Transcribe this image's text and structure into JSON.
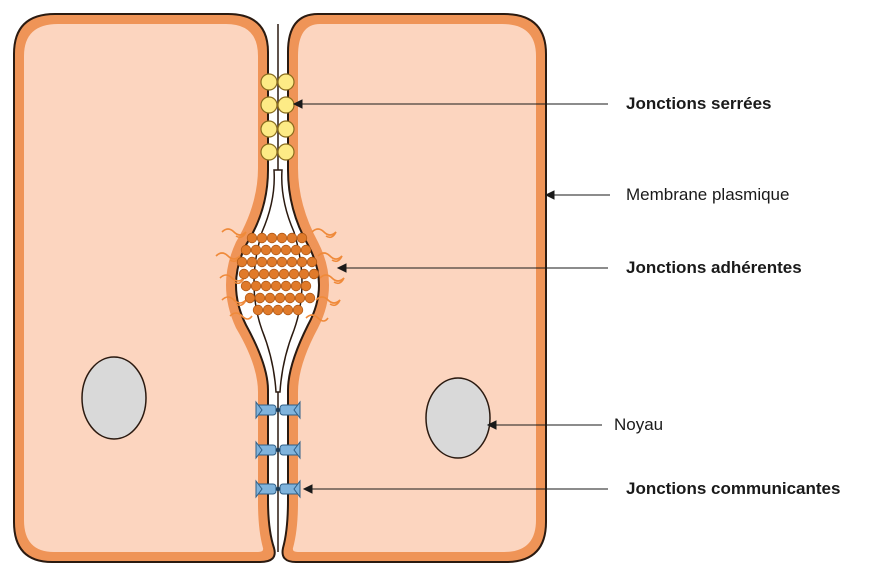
{
  "colors": {
    "cytoplasm": "#fcd5bf",
    "membrane": "#ef9457",
    "membrane_edge": "#2b1a10",
    "nucleus": "#d9d9d9",
    "tight_junction": "#fdeb86",
    "adherens": "#e07a2a",
    "gap_junction": "#7fb3dc"
  },
  "labels": {
    "tight": "Jonctions serrées",
    "membrane": "Membrane plasmique",
    "adherens": "Jonctions adhérentes",
    "nucleus": "Noyau",
    "gap": "Jonctions communicantes"
  }
}
